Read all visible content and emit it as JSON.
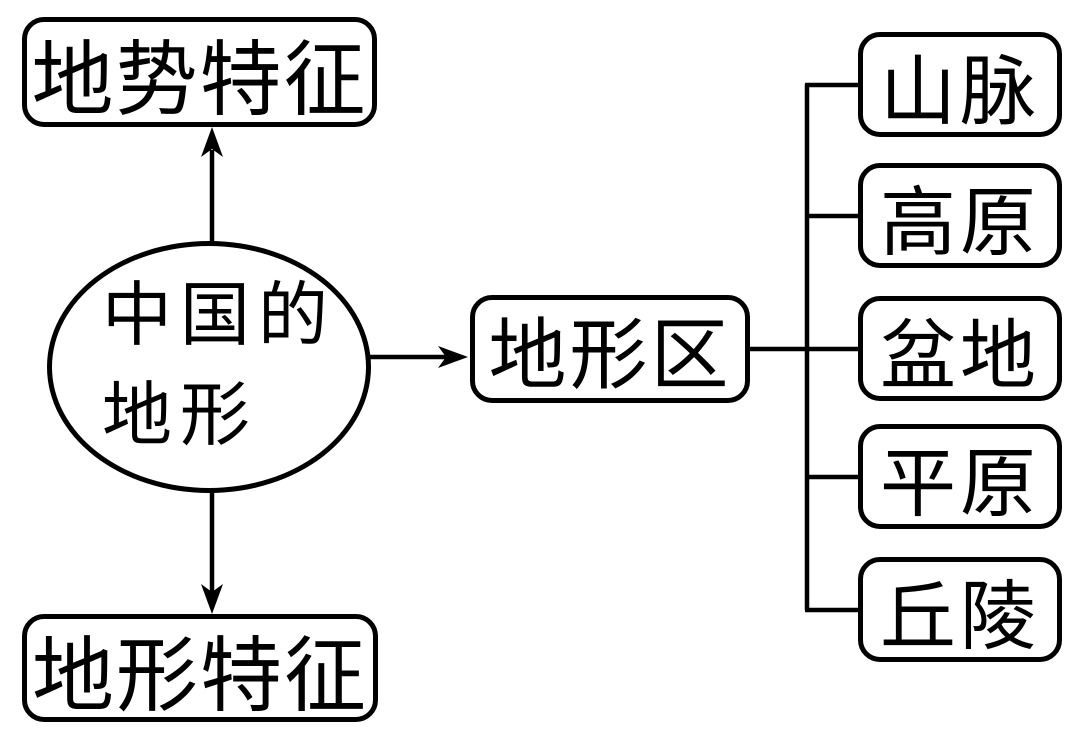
{
  "diagram": {
    "background_color": "#ffffff",
    "stroke_color": "#000000",
    "root_node": {
      "shape": "ellipse",
      "line1": "中国的",
      "line2": "地形"
    },
    "top_left_node": {
      "label": "地势特征"
    },
    "bottom_left_node": {
      "label": "地形特征"
    },
    "middle_node": {
      "label": "地形区"
    },
    "right_nodes": [
      {
        "label": "山脉"
      },
      {
        "label": "高原"
      },
      {
        "label": "盆地"
      },
      {
        "label": "平原"
      },
      {
        "label": "丘陵"
      }
    ]
  }
}
